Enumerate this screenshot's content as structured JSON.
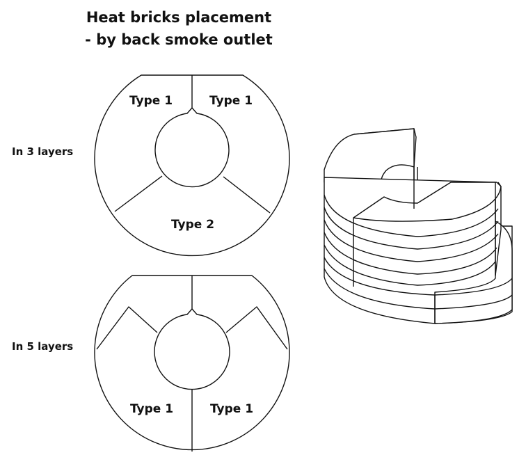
{
  "title": {
    "line1": "Heat bricks placement",
    "line2": "- by back smoke outlet"
  },
  "layouts": [
    {
      "label": "In 3 layers",
      "segments": [
        "Type 1",
        "Type 1",
        "Type 2"
      ]
    },
    {
      "label": "In 5 layers",
      "segments": [
        "Type 1",
        "Type 1"
      ]
    }
  ],
  "colors": {
    "line": "#111111",
    "background": "#ffffff"
  }
}
